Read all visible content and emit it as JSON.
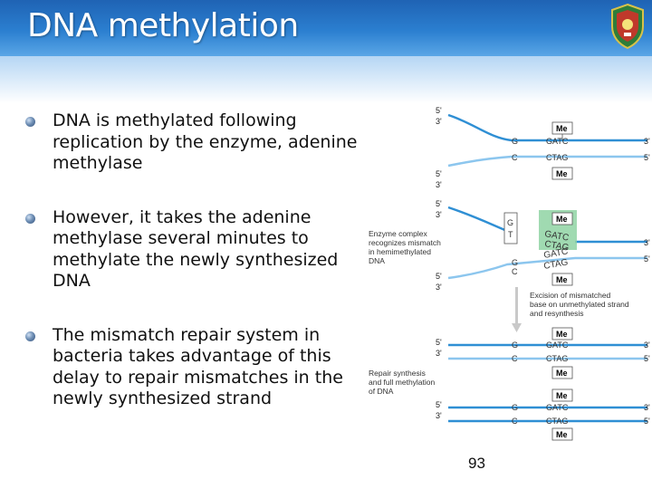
{
  "slide": {
    "title": "DNA methylation",
    "page_number": "93",
    "bullets": [
      "DNA is methylated following replication by the enzyme, adenine methylase",
      "However, it takes the adenine methylase several minutes to methylate the newly synthesized DNA",
      "The mismatch repair system in bacteria takes advantage of this delay to repair mismatches in the newly synthesized strand"
    ]
  },
  "figure": {
    "strand_colors": {
      "old": "#2f8fd4",
      "new": "#8cc6ee",
      "me_box_highlight": "#8fd3a3"
    },
    "methyl_label": "Me",
    "five_prime": "5'",
    "three_prime": "3'",
    "gatc": "GATC",
    "ctag": "CTAG",
    "g": "G",
    "c": "C",
    "t": "T",
    "labels": {
      "enzyme_1": "Enzyme complex",
      "enzyme_2": "recognizes mismatch",
      "enzyme_3": "in hemimethylated",
      "enzyme_4": "DNA",
      "excision_1": "Excision of mismatched",
      "excision_2": "base on unmethylated strand",
      "excision_3": "and resynthesis",
      "repair_1": "Repair synthesis",
      "repair_2": "and full methylation",
      "repair_3": "of DNA"
    }
  }
}
